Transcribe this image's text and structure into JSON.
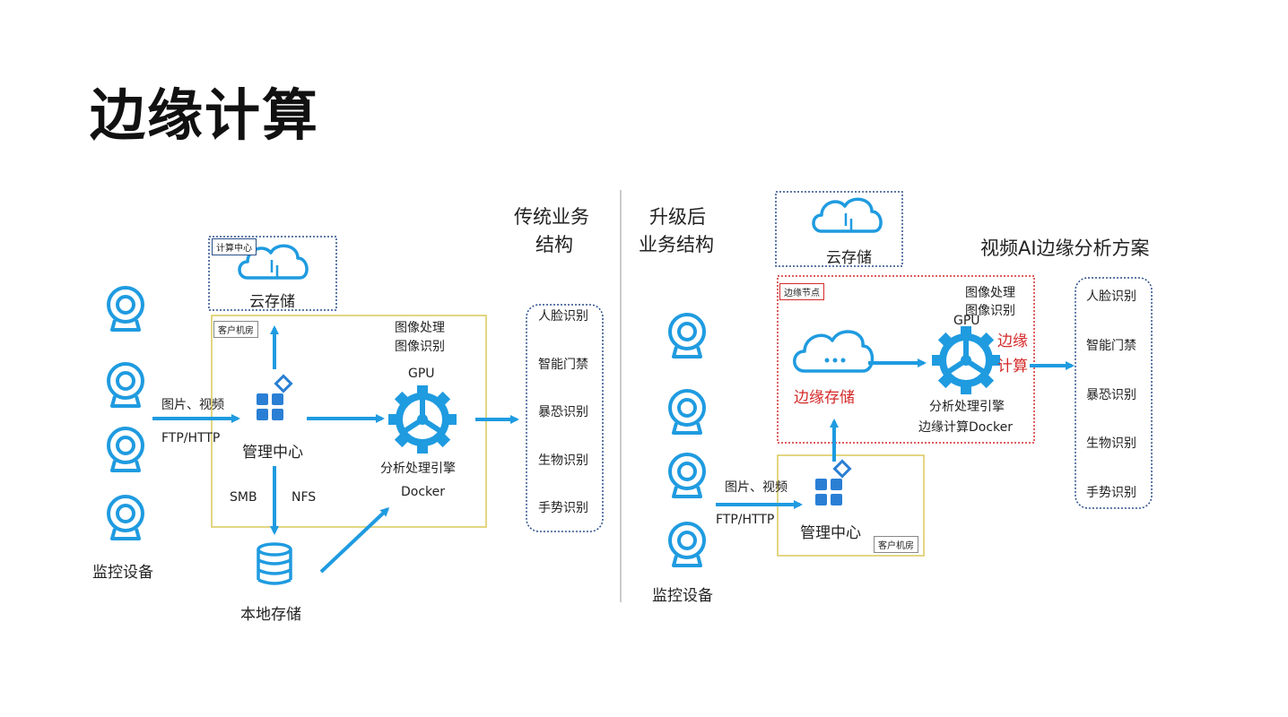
{
  "title": "边缘计算",
  "left": {
    "heading_line1": "传统业务",
    "heading_line2": "结构",
    "compute_center_tag": "计算中心",
    "cloud_storage": "云存储",
    "client_room_tag": "客户机房",
    "input_line1": "图片、视频",
    "input_line2": "FTP/HTTP",
    "mgmt_center": "管理中心",
    "image_processing": "图像处理",
    "image_recognition": "图像识别",
    "gpu": "GPU",
    "engine": "分析处理引擎",
    "docker": "Docker",
    "smb": "SMB",
    "nfs": "NFS",
    "local_storage": "本地存储",
    "monitoring": "监控设备",
    "features": [
      "人脸识别",
      "智能门禁",
      "暴恐识别",
      "生物识别",
      "手势识别"
    ]
  },
  "right": {
    "heading_line1": "升级后",
    "heading_line2": "业务结构",
    "cloud_storage": "云存储",
    "solution_title": "视频AI边缘分析方案",
    "edge_node_tag": "边缘节点",
    "image_processing": "图像处理",
    "image_recognition": "图像识别",
    "gpu": "GPU",
    "edge_label_line1": "边缘",
    "edge_label_line2": "计算",
    "edge_storage": "边缘存储",
    "engine": "分析处理引擎",
    "edge_docker": "边缘计算Docker",
    "input_line1": "图片、视频",
    "input_line2": "FTP/HTTP",
    "mgmt_center": "管理中心",
    "client_room_tag": "客户机房",
    "monitoring": "监控设备",
    "features": [
      "人脸识别",
      "智能门禁",
      "暴恐识别",
      "生物识别",
      "手势识别"
    ]
  },
  "colors": {
    "accent_blue": "#1f9be0",
    "icon_blue": "#2a7fd4",
    "edge_red": "#d42a2a",
    "client_box": "#d9c85a",
    "dotted_blue": "#2a4f8a"
  },
  "icons": {
    "camera": "webcam-icon",
    "cloud": "cloud-sync-icon",
    "gear": "gear-icon",
    "database": "database-icon",
    "apps": "apps-grid-icon"
  }
}
